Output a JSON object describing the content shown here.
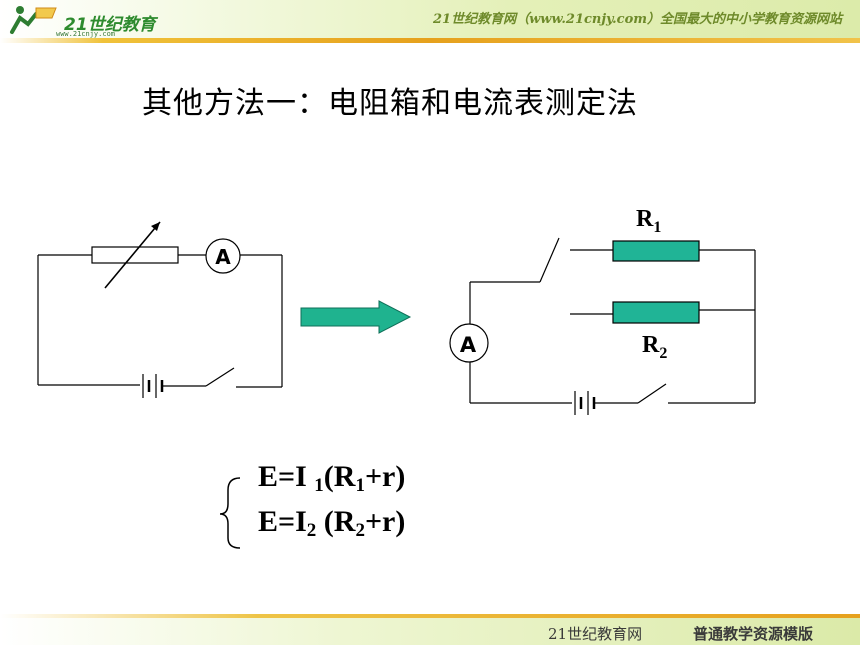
{
  "header": {
    "logo_text": "21世纪教育",
    "logo_sub": "www.21cnjy.com",
    "site_banner": "21世纪教育网（www.21cnjy.com）全国最大的中小学教育资源网站"
  },
  "title": "其他方法一：电阻箱和电流表测定法",
  "left_circuit": {
    "ammeter_label": "A"
  },
  "right_circuit": {
    "ammeter_label": "A",
    "r1_main": "R",
    "r1_sub": "1",
    "r2_main": "R",
    "r2_sub": "2"
  },
  "equations": {
    "eq1": {
      "a": "E=I ",
      "b": "1",
      "c": "(R",
      "d": "1",
      "e": "+r)"
    },
    "eq2": {
      "a": "E=I",
      "b": "2",
      "c": " (R",
      "d": "2",
      "e": "+r)"
    }
  },
  "footer": {
    "left": "21世纪教育网",
    "right": "普通教学资源模版"
  },
  "colors": {
    "resistor_fill": "#20b496",
    "arrow_fill": "#1fb38f",
    "header_accent": "#e6a11d"
  }
}
